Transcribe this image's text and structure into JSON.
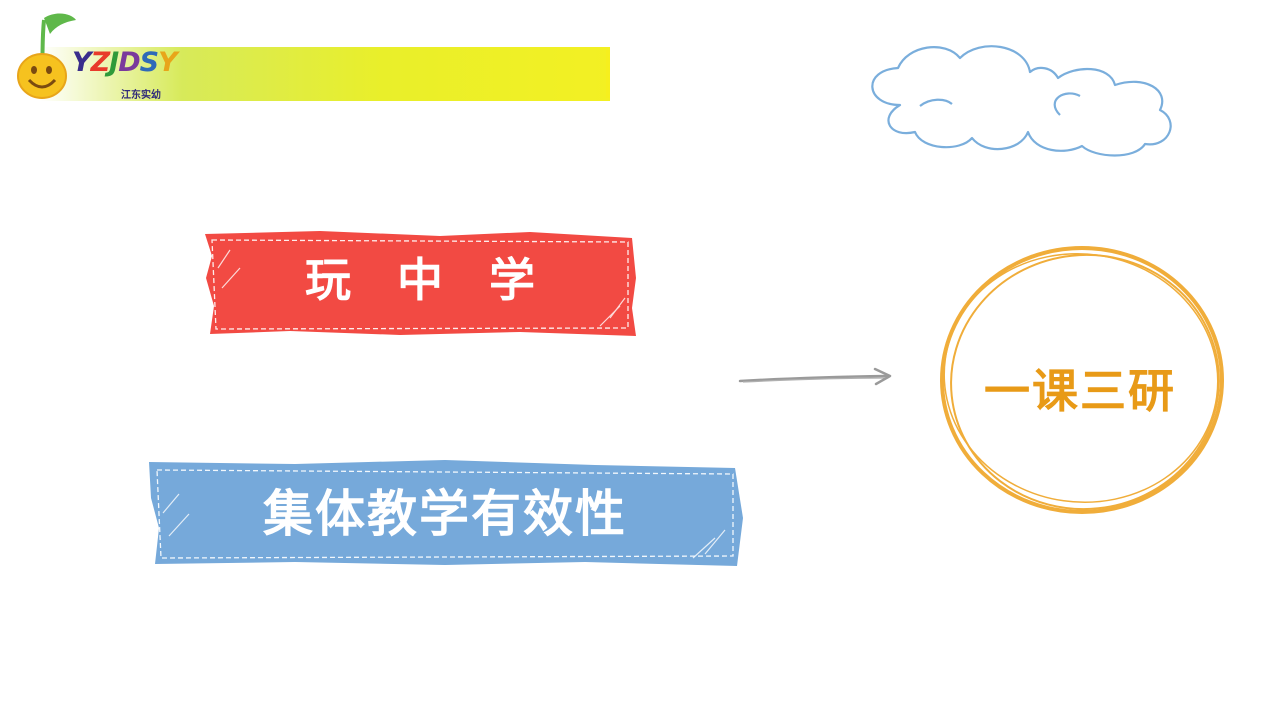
{
  "header": {
    "logo_letters": [
      "Y",
      "Z",
      "J",
      "D",
      "S",
      "Y"
    ],
    "logo_letter_colors": [
      "#3a2d8c",
      "#e83a2a",
      "#2f9a3a",
      "#7a3a9c",
      "#2f6ab8",
      "#e8a51a"
    ],
    "logo_subtitle": "江东实幼",
    "logo_icon": "smiley-note-icon"
  },
  "tags": {
    "red_label": "玩　中　学",
    "blue_label": "集体教学有效性"
  },
  "target": {
    "label": "一课三研"
  },
  "colors": {
    "red_tag": "#f24a43",
    "blue_tag": "#76a9da",
    "circle": "#f0ad3a",
    "circle_text": "#e89a17",
    "cloud_stroke": "#7aaedc",
    "arrow": "#9a9a9a"
  }
}
